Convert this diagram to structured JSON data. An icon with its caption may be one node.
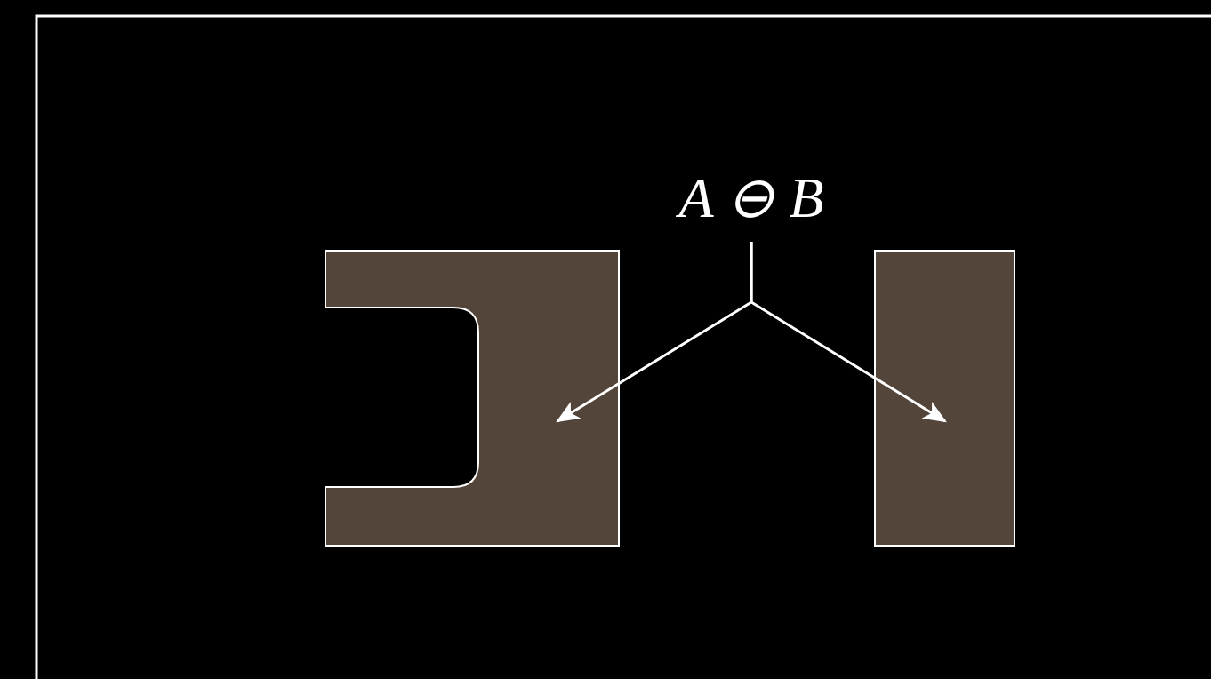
{
  "diagram": {
    "nodes": [
      {
        "text": [
          "A ⊖ B"
        ]
      },
      {
        "text": [],
        "shape": "box"
      },
      {
        "text": [],
        "shape": "box"
      }
    ],
    "edges": [
      {
        "from": 0,
        "to": 1,
        "arrow": "to"
      },
      {
        "from": 0,
        "to": 2,
        "arrow": "to"
      }
    ]
  }
}
